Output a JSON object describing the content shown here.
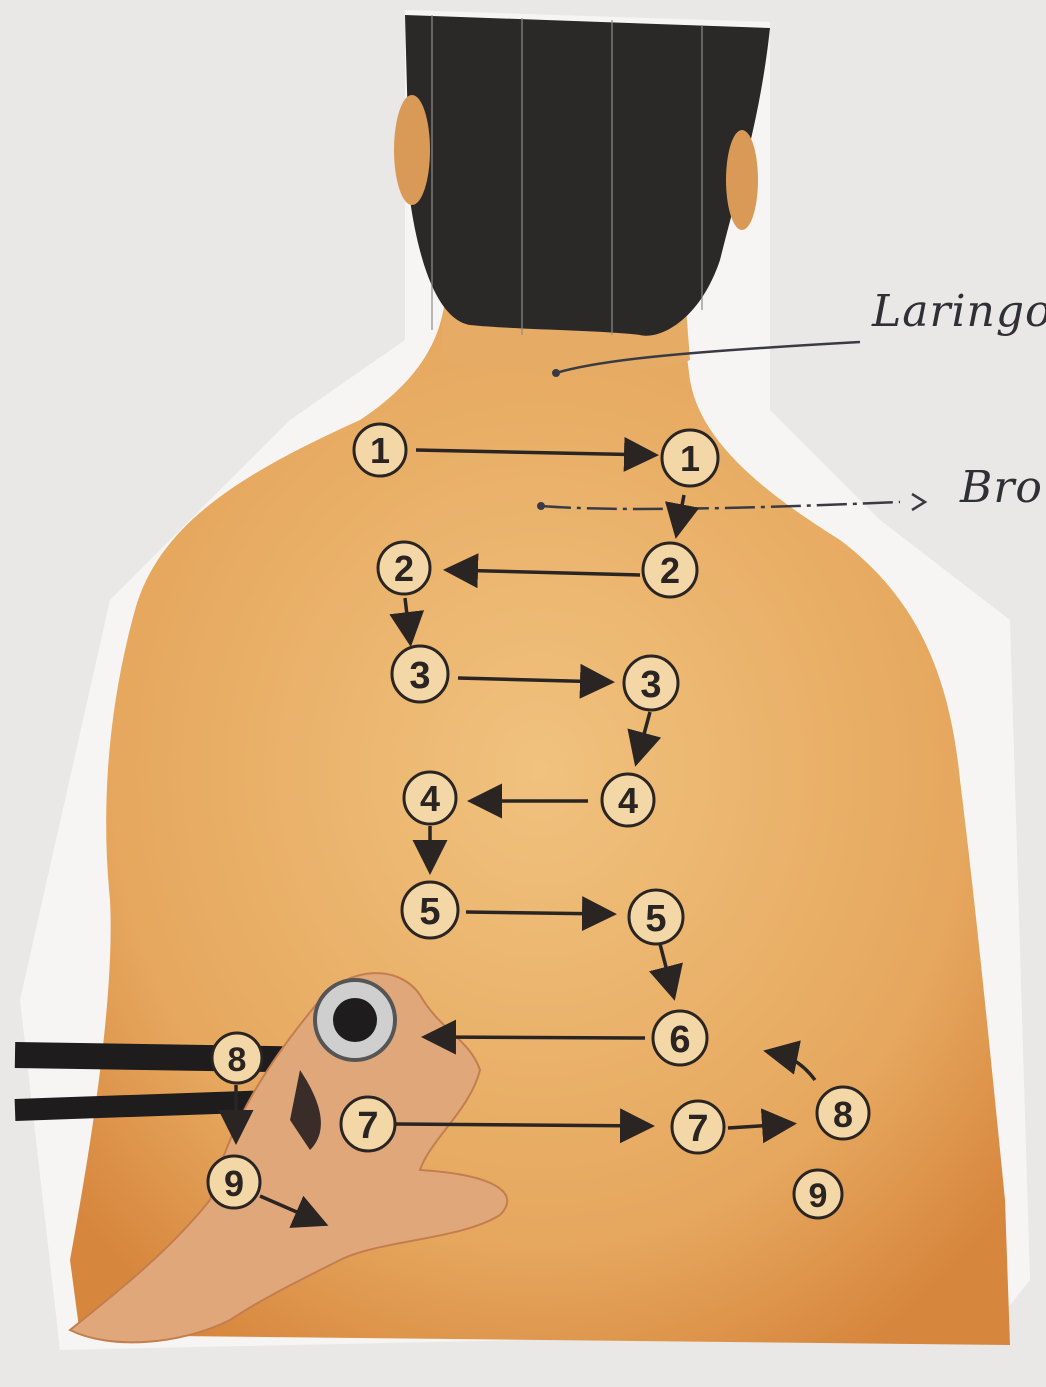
{
  "annotations": {
    "laringo": "Laringo",
    "bro": "Bro"
  },
  "markers": [
    {
      "id": "1L",
      "number": "1",
      "side": "left",
      "row": 1
    },
    {
      "id": "1R",
      "number": "1",
      "side": "right",
      "row": 1
    },
    {
      "id": "2L",
      "number": "2",
      "side": "left",
      "row": 2
    },
    {
      "id": "2R",
      "number": "2",
      "side": "right",
      "row": 2
    },
    {
      "id": "3L",
      "number": "3",
      "side": "left",
      "row": 3
    },
    {
      "id": "3R",
      "number": "3",
      "side": "right",
      "row": 3
    },
    {
      "id": "4L",
      "number": "4",
      "side": "left",
      "row": 4
    },
    {
      "id": "4R",
      "number": "4",
      "side": "right",
      "row": 4
    },
    {
      "id": "5L",
      "number": "5",
      "side": "left",
      "row": 5
    },
    {
      "id": "5R",
      "number": "5",
      "side": "right",
      "row": 5
    },
    {
      "id": "6R",
      "number": "6",
      "side": "right",
      "row": 6
    },
    {
      "id": "7L",
      "number": "7",
      "side": "left",
      "row": 7
    },
    {
      "id": "7R",
      "number": "7",
      "side": "right",
      "row": 7
    },
    {
      "id": "8L",
      "number": "8",
      "side": "left",
      "row": 8
    },
    {
      "id": "8R",
      "number": "8",
      "side": "right",
      "row": 8
    },
    {
      "id": "9L",
      "number": "9",
      "side": "left",
      "row": 9
    },
    {
      "id": "9R",
      "number": "9",
      "side": "right",
      "row": 9
    }
  ],
  "colors": {
    "skin": "#e9b36a",
    "hair": "#2b2828",
    "arrow": "#2a2423",
    "paper": "#e9e8e6",
    "ink": "#2f2f36"
  }
}
